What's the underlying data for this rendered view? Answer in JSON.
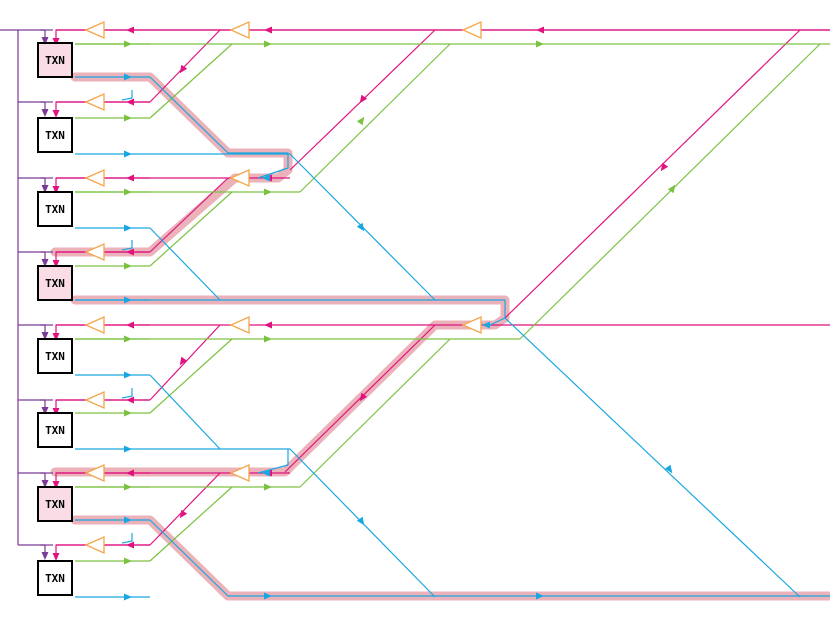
{
  "diagram": {
    "nodes": [
      {
        "label": "TXN",
        "highlighted": true
      },
      {
        "label": "TXN",
        "highlighted": false
      },
      {
        "label": "TXN",
        "highlighted": false
      },
      {
        "label": "TXN",
        "highlighted": true
      },
      {
        "label": "TXN",
        "highlighted": false
      },
      {
        "label": "TXN",
        "highlighted": false
      },
      {
        "label": "TXN",
        "highlighted": true
      },
      {
        "label": "TXN",
        "highlighted": false
      }
    ],
    "colors": {
      "magenta": "#e0137f",
      "green": "#7cc242",
      "cyan": "#1aa7e1",
      "purple": "#7b3a96",
      "amplifier": "#f4a64a",
      "highlight": "#e8a4ad",
      "highlight_fill": "#f9dce6",
      "box_border": "#000000"
    }
  }
}
